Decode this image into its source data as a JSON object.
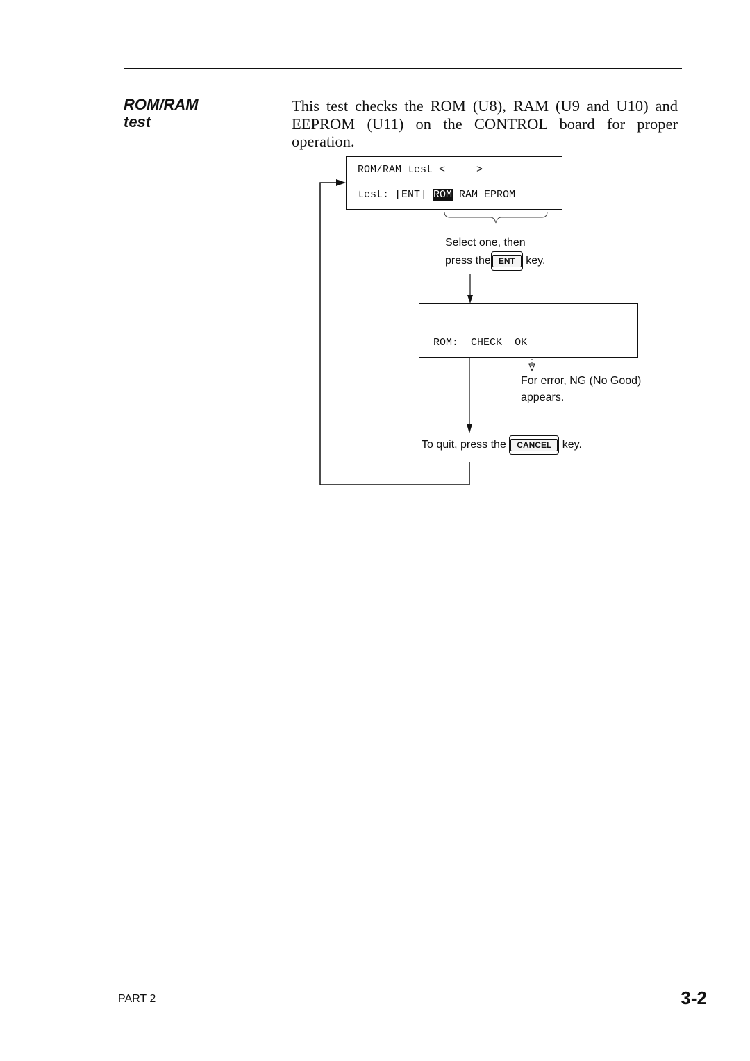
{
  "section": {
    "title_line1": "ROM/RAM",
    "title_line2": "test",
    "description": "This test checks the ROM (U8), RAM (U9 and U10) and EEPROM (U11) on the CONTROL board for proper operation."
  },
  "display1": {
    "line1": "ROM/RAM test <     >",
    "line2_prefix": "test: [ENT] ",
    "line2_selected": "ROM",
    "line2_suffix": " RAM EPROM"
  },
  "instruction1": {
    "line1": "Select one, then",
    "line2_prefix": "press the",
    "key_label": "ENT",
    "line2_suffix": "key."
  },
  "display2": {
    "label": "ROM:",
    "status": "CHECK",
    "result": "OK"
  },
  "error_note": {
    "line1": "For error, NG (No Good)",
    "line2": "appears."
  },
  "quit_note": {
    "prefix": "To quit, press the",
    "key_label": "CANCEL",
    "suffix": "key."
  },
  "footer": {
    "part": "PART 2",
    "page": "3-2"
  }
}
